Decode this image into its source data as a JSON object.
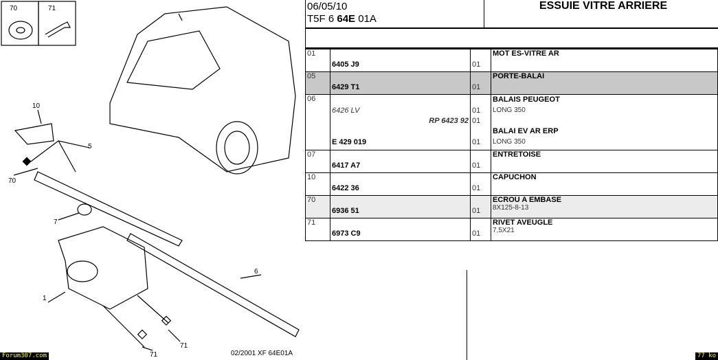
{
  "header": {
    "date": "06/05/10",
    "ref_prefix": "T5F 6 ",
    "ref_bold": "64E",
    "ref_suffix": " 01A",
    "title": "ESSUIE VITRE ARRIERE"
  },
  "rows": [
    {
      "rep": "01",
      "part": "6405 J9",
      "qty": "01",
      "desc": "MOT ES-VITRE AR",
      "shade": "none"
    },
    {
      "rep": "05",
      "part": "6429 T1",
      "qty": "01",
      "desc": "PORTE-BALAI",
      "shade": "gray"
    },
    {
      "rep": "06",
      "alt": "6426 LV",
      "alt_qty": "01",
      "rp": "RP 6423 92",
      "rp_qty": "01",
      "desc": "BALAIS PEUGEOT",
      "sub": "LONG 350",
      "part": "E 429 019",
      "qty": "01",
      "desc2": "BALAI EV AR ERP",
      "sub2": "LONG 350"
    },
    {
      "rep": "07",
      "part": "6417 A7",
      "qty": "01",
      "desc": "ENTRETOISE"
    },
    {
      "rep": "10",
      "part": "6422 36",
      "qty": "01",
      "desc": "CAPUCHON"
    },
    {
      "rep": "70",
      "part": "6936 51",
      "qty": "01",
      "desc": "ECROU A EMBASE",
      "sub": "8X125-8-13",
      "shade": "light"
    },
    {
      "rep": "71",
      "part": "6973 C9",
      "qty": "01",
      "desc": "RIVET AVEUGLE",
      "sub": "7,5X21"
    }
  ],
  "diagram": {
    "labels": {
      "box1": "70",
      "box2": "71",
      "l10": "10",
      "l5": "5",
      "l70": "70",
      "l7": "7",
      "l1": "1",
      "l6": "6",
      "l71a": "71",
      "l71b": "71"
    },
    "footer": "02/2001  XF 64E01A"
  },
  "badges": {
    "left": "Forum307.com",
    "right": "77 ko"
  }
}
